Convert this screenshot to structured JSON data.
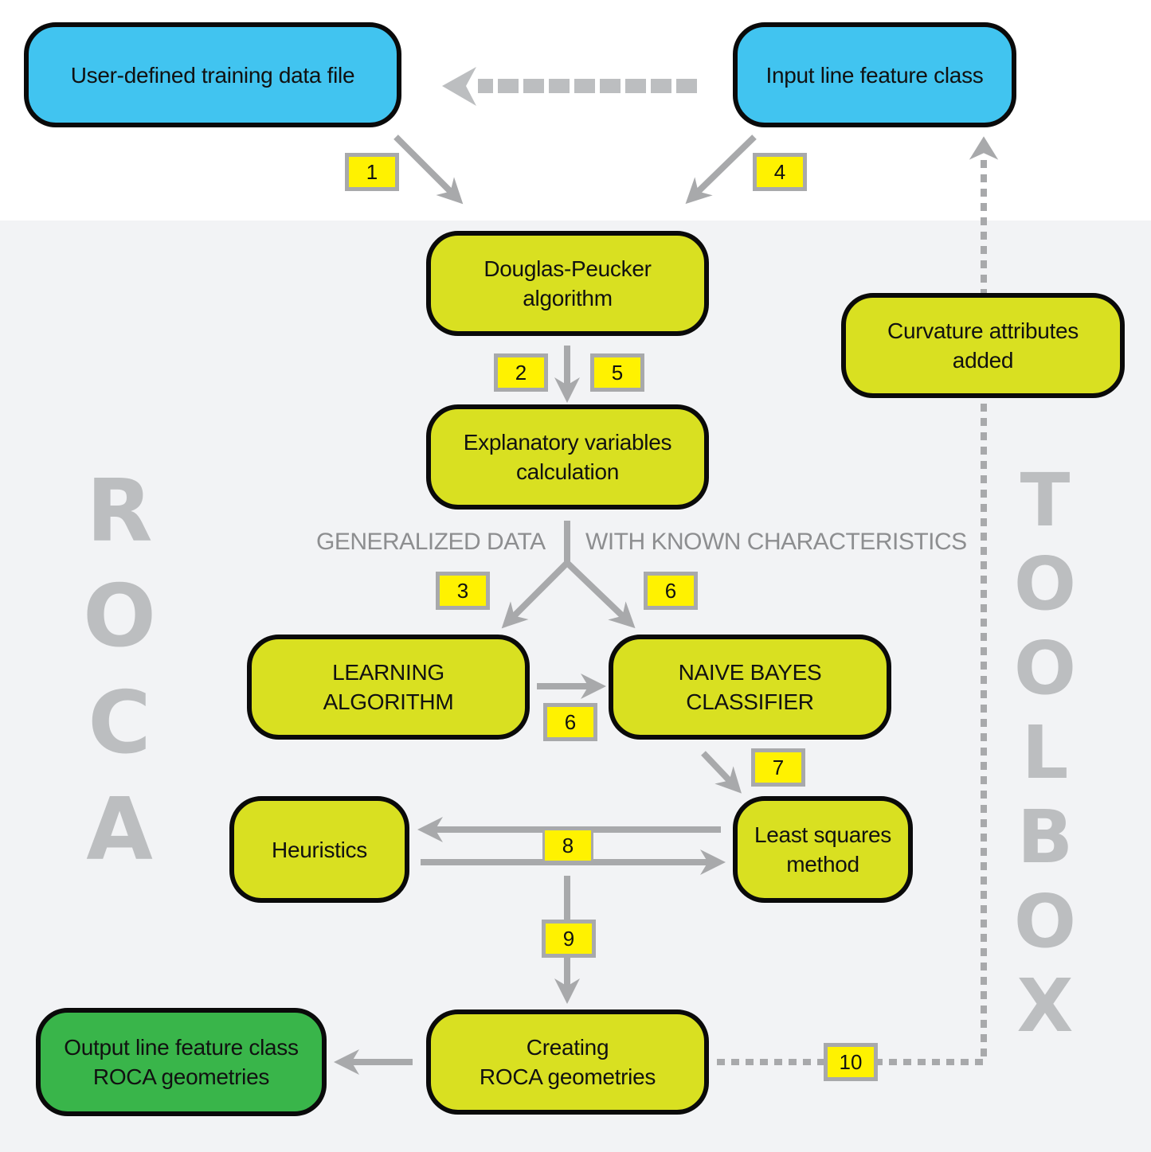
{
  "nodes": {
    "training_data": "User-defined training data file",
    "input_line": "Input line feature class",
    "douglas_peucker": "Douglas-Peucker\nalgorithm",
    "explanatory": "Explanatory variables\ncalculation",
    "curvature": "Curvature attributes\nadded",
    "learning": "LEARNING\nALGORITHM",
    "naive_bayes": "NAIVE BAYES\nCLASSIFIER",
    "heuristics": "Heuristics",
    "least_squares": "Least squares\nmethod",
    "creating": "Creating\nROCA geometries",
    "output": "Output line feature class\nROCA geometries"
  },
  "captions": {
    "left": "GENERALIZED DATA",
    "right": "WITH KNOWN CHARACTERISTICS"
  },
  "side_labels": {
    "roca": [
      "R",
      "O",
      "C",
      "A"
    ],
    "toolbox": [
      "T",
      "O",
      "O",
      "L",
      "B",
      "O",
      "X"
    ]
  },
  "steps": {
    "s1": "1",
    "s2": "2",
    "s3": "3",
    "s4": "4",
    "s5": "5",
    "s6a": "6",
    "s6b": "6",
    "s7": "7",
    "s8": "8",
    "s9": "9",
    "s10": "10"
  },
  "colors": {
    "input_box": "#41c4f0",
    "process_box": "#d9e021",
    "output_box": "#39b54a",
    "step_badge": "#fff200",
    "arrow": "#a8a9ab",
    "side_text": "#bcbec0"
  }
}
